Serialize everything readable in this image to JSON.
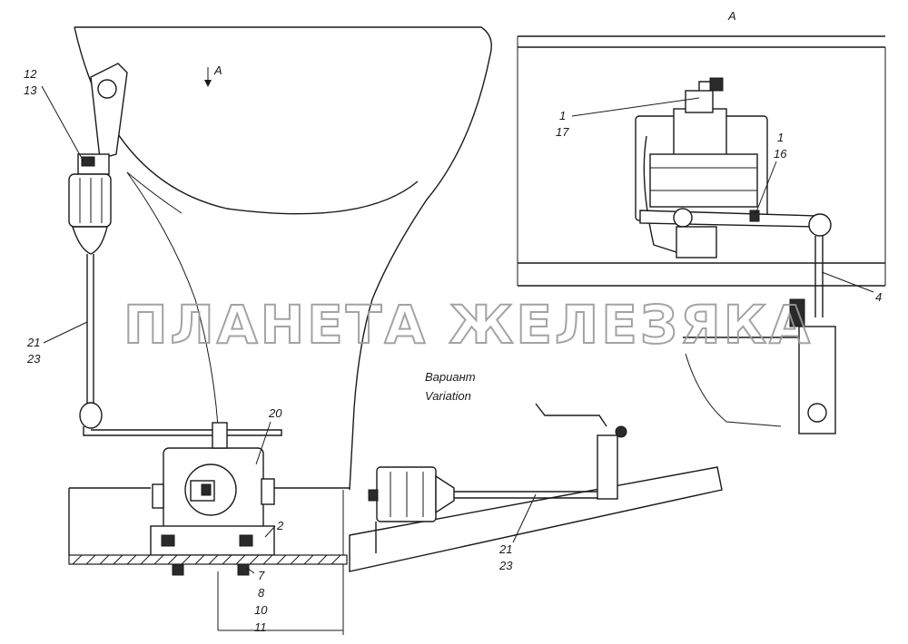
{
  "view_label": "A",
  "view_arrow_label": "A",
  "watermark": "ПЛАНЕТА ЖЕЛЕЗЯКА",
  "variant_ru": "Вариант",
  "variant_en": "Variation",
  "callouts": {
    "c12": "12",
    "c13": "13",
    "c21a": "21",
    "c23a": "23",
    "c20": "20",
    "c2": "2",
    "c7": "7",
    "c8": "8",
    "c10": "10",
    "c11": "11",
    "c1a": "1",
    "c17": "17",
    "c1b": "1",
    "c16": "16",
    "c4": "4",
    "c21b": "21",
    "c23b": "23"
  }
}
